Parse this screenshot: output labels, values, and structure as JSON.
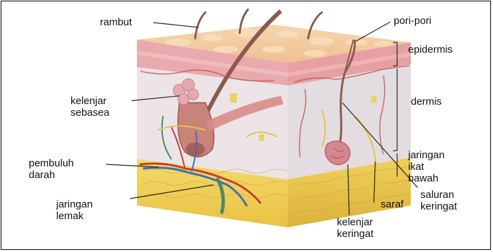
{
  "labels": {
    "rambut": "rambut",
    "pori_pori": "pori-pori",
    "epidermis": "epidermis",
    "dermis": "dermis",
    "kelenjar_sebasea": [
      "kelenjar",
      "sebasea"
    ],
    "pembuluh_darah": [
      "pembuluh",
      "darah"
    ],
    "jaringan_lemak": [
      "jaringan",
      "lemak"
    ],
    "jaringan_ikat_bawah": [
      "jaringan",
      "ikat",
      "bawah"
    ],
    "saraf": "saraf",
    "saluran_keringat": [
      "saluran",
      "keringat"
    ],
    "kelenjar_keringat": [
      "kelenjar",
      "keringat"
    ]
  },
  "colors": {
    "epidermis": "#e9a9ad",
    "skin_top": "#f1c39a",
    "dermis": "#e8e2e6",
    "fat": "#f0cf52",
    "hair": "#8a5a4e",
    "blood_red": "#c43b3b",
    "blood_blue": "#3f6fb0"
  }
}
